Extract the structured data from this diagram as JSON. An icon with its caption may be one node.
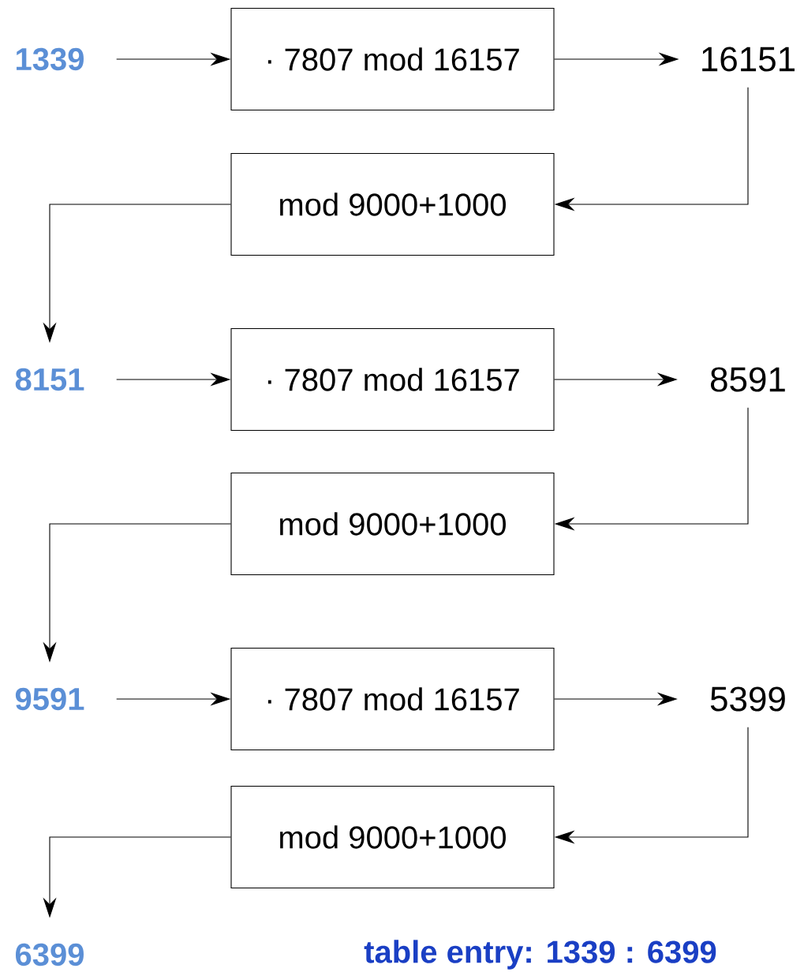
{
  "diagram": {
    "nodes": [
      {
        "text": [
          "1339"
        ]
      },
      {
        "text": [
          "· 7807 mod 16157"
        ]
      },
      {
        "text": [
          "16151"
        ]
      },
      {
        "text": [
          "mod 9000+1000"
        ]
      },
      {
        "text": [
          "8151"
        ]
      },
      {
        "text": [
          "· 7807 mod 16157"
        ]
      },
      {
        "text": [
          "8591"
        ]
      },
      {
        "text": [
          "mod 9000+1000"
        ]
      },
      {
        "text": [
          "9591"
        ]
      },
      {
        "text": [
          "· 7807 mod 16157"
        ]
      },
      {
        "text": [
          "5399"
        ]
      },
      {
        "text": [
          "mod 9000+1000"
        ]
      },
      {
        "text": [
          "6399"
        ]
      }
    ],
    "edges": [
      {
        "from": 0,
        "to": 1,
        "arrow": "to"
      },
      {
        "from": 1,
        "to": 2,
        "arrow": "to"
      },
      {
        "from": 2,
        "to": 3,
        "arrow": "to"
      },
      {
        "from": 3,
        "to": 4,
        "arrow": "to"
      },
      {
        "from": 4,
        "to": 5,
        "arrow": "to"
      },
      {
        "from": 5,
        "to": 6,
        "arrow": "to"
      },
      {
        "from": 6,
        "to": 7,
        "arrow": "to"
      },
      {
        "from": 7,
        "to": 8,
        "arrow": "to"
      },
      {
        "from": 8,
        "to": 9,
        "arrow": "to"
      },
      {
        "from": 9,
        "to": 10,
        "arrow": "to"
      },
      {
        "from": 10,
        "to": 11,
        "arrow": "to"
      },
      {
        "from": 11,
        "to": 12,
        "arrow": "to"
      }
    ],
    "labels": [
      "table entry: 1339 : 6399"
    ]
  }
}
